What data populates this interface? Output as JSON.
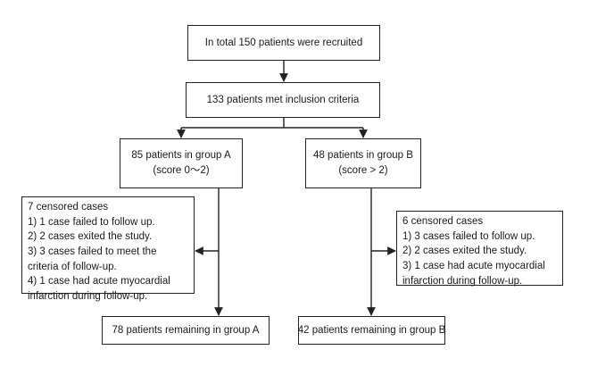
{
  "nodes": {
    "total": {
      "lines": [
        "In total 150 patients were recruited"
      ]
    },
    "inclusion": {
      "lines": [
        "133 patients met inclusion criteria"
      ]
    },
    "group_a": {
      "lines": [
        "85 patients in group A",
        "(score 0～2)"
      ]
    },
    "group_b": {
      "lines": [
        "48 patients in group B",
        "(score > 2)"
      ]
    },
    "censored_a": {
      "lines": [
        "7 censored cases",
        "1) 1 case failed to follow up.",
        "2) 2 cases exited the study.",
        "3) 3 cases failed to meet the",
        "criteria of follow-up.",
        "4) 1 case had acute myocardial",
        "infarction during follow-up."
      ]
    },
    "censored_b": {
      "lines": [
        "6 censored cases",
        "1) 3 cases failed to follow up.",
        "2) 2 cases exited the study.",
        "3) 1 case had acute myocardial",
        "infarction during follow-up."
      ]
    },
    "remaining_a": {
      "lines": [
        "78 patients remaining in group A"
      ]
    },
    "remaining_b": {
      "lines": [
        "42 patients remaining in group B"
      ]
    }
  },
  "colors": {
    "stroke": "#222222",
    "text": "#1a1a1a",
    "background": "#ffffff"
  }
}
